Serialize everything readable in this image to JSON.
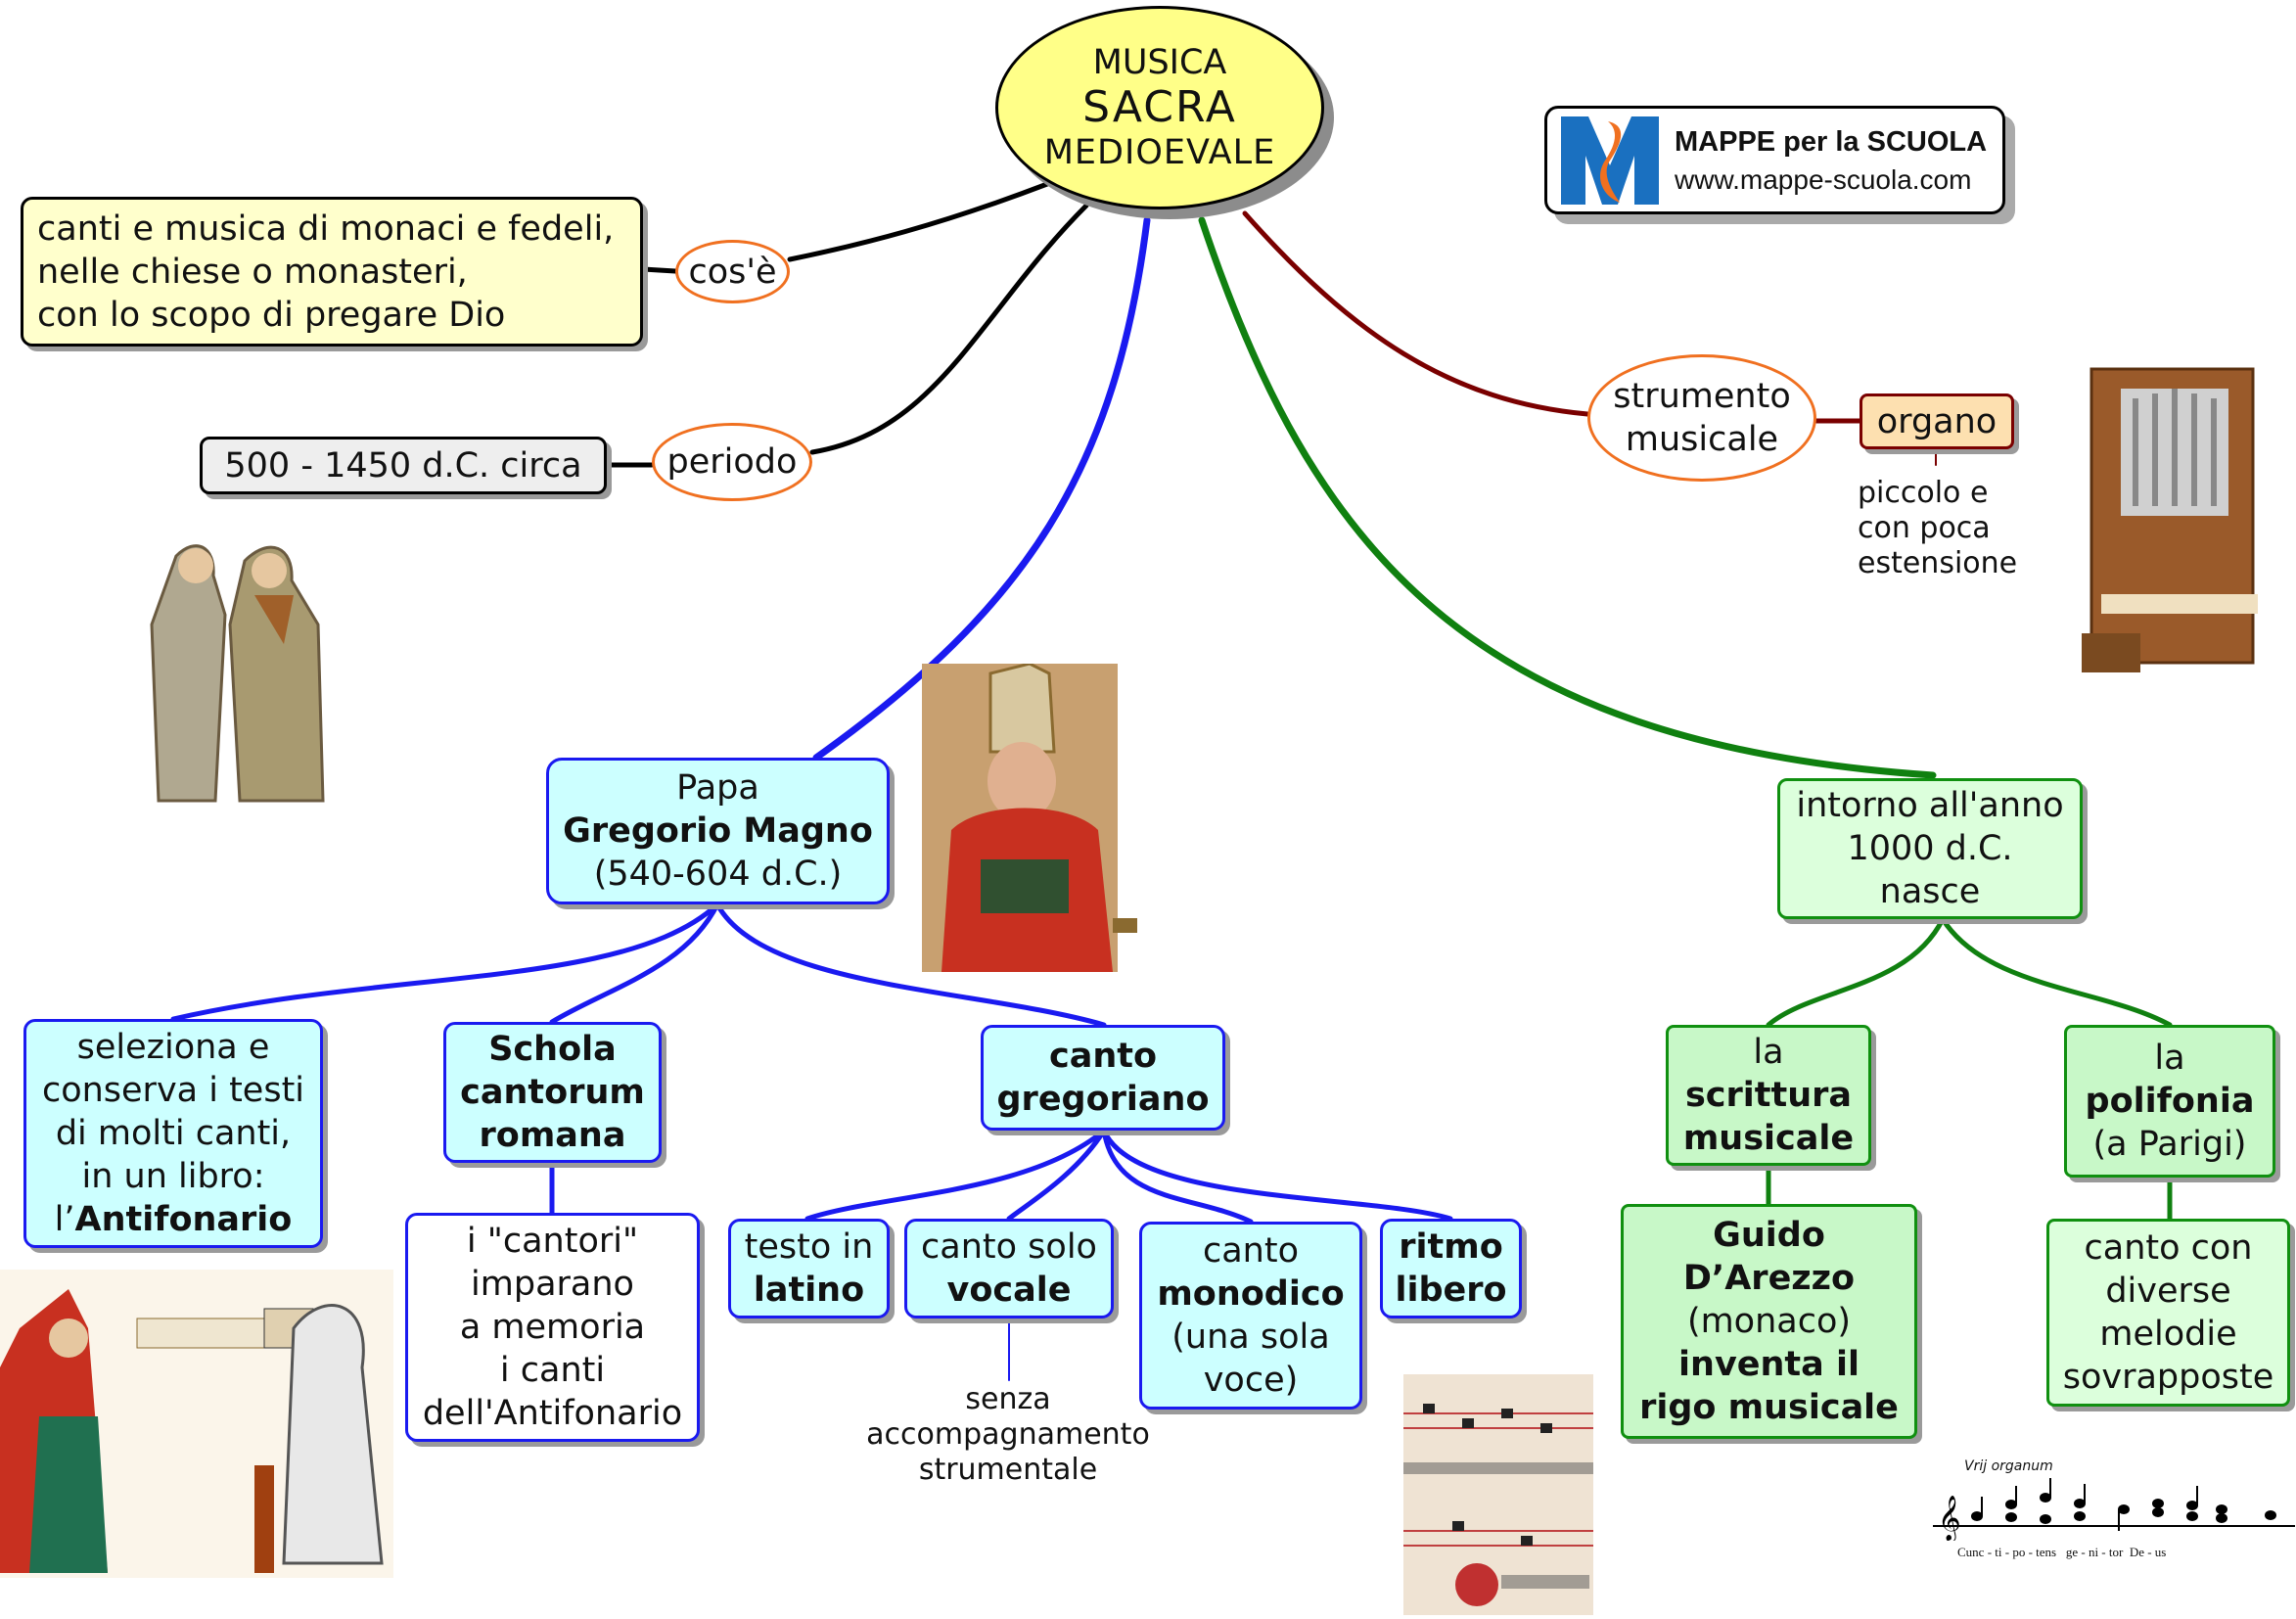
{
  "title": {
    "line1": "MUSICA",
    "line2": "SACRA",
    "line3": "MEDIOEVALE"
  },
  "logo": {
    "name": "MAPPE per la SCUOLA",
    "url": "www.mappe-scuola.com"
  },
  "colors": {
    "title_fill": "#ffff88",
    "blue_branch": "#1a1af0",
    "green_branch": "#108010",
    "red_branch": "#7a0000",
    "cyan_box": "#ccffff",
    "green_box": "#dcffdc"
  },
  "definition": {
    "link": "cos'è",
    "lines": [
      "canti e musica di monaci e fedeli,",
      "nelle chiese o monasteri,",
      "con lo scopo di pregare Dio"
    ]
  },
  "period": {
    "link": "periodo",
    "value": "500 - 1450 d.C. circa"
  },
  "instrument": {
    "link_l1": "strumento",
    "link_l2": "musicale",
    "value": "organo",
    "note_lines": [
      "piccolo e",
      "con poca",
      "estensione"
    ]
  },
  "pope": {
    "l1": "Papa",
    "l2": "Gregorio Magno",
    "l3": "(540-604 d.C.)"
  },
  "seleziona": {
    "lines": [
      "seleziona e",
      "conserva i testi",
      "di molti canti,",
      "in un libro:"
    ],
    "last_pre": "l’",
    "last_bold": "Antifonario"
  },
  "schola": {
    "lines": [
      "Schola",
      "cantorum",
      "romana"
    ]
  },
  "cantori": {
    "lines": [
      "i \"cantori\"",
      "imparano",
      "a memoria",
      "i canti",
      "dell'Antifonario"
    ]
  },
  "gregoriano": {
    "lines": [
      "canto",
      "gregoriano"
    ]
  },
  "features": [
    {
      "l1": "testo in",
      "l2": "latino"
    },
    {
      "l1": "canto solo",
      "l2": "vocale"
    },
    {
      "l1": "canto",
      "l2": "monodico",
      "l3": "(una sola",
      "l4": "voce)"
    },
    {
      "l1": "ritmo",
      "l2": "libero"
    }
  ],
  "senza": {
    "lines": [
      "senza",
      "accompagnamento",
      "strumentale"
    ]
  },
  "anno": {
    "lines": [
      "intorno all'anno",
      "1000 d.C.",
      "nasce"
    ]
  },
  "scrittura": {
    "l1": "la",
    "l2": "scrittura",
    "l3": "musicale"
  },
  "guido": {
    "l1": "Guido",
    "l2": "D’Arezzo",
    "l3": "(monaco)",
    "l4": "inventa il",
    "l5": "rigo musicale"
  },
  "polifonia": {
    "l1": "la",
    "l2": "polifonia",
    "l3": "(a Parigi)"
  },
  "diverse": {
    "lines": [
      "canto con",
      "diverse",
      "melodie",
      "sovrapposte"
    ]
  },
  "score": {
    "caption": "Vrij organum",
    "lyrics": "Cunc - ti - po - tens   ge - ni - tor  De - us"
  }
}
